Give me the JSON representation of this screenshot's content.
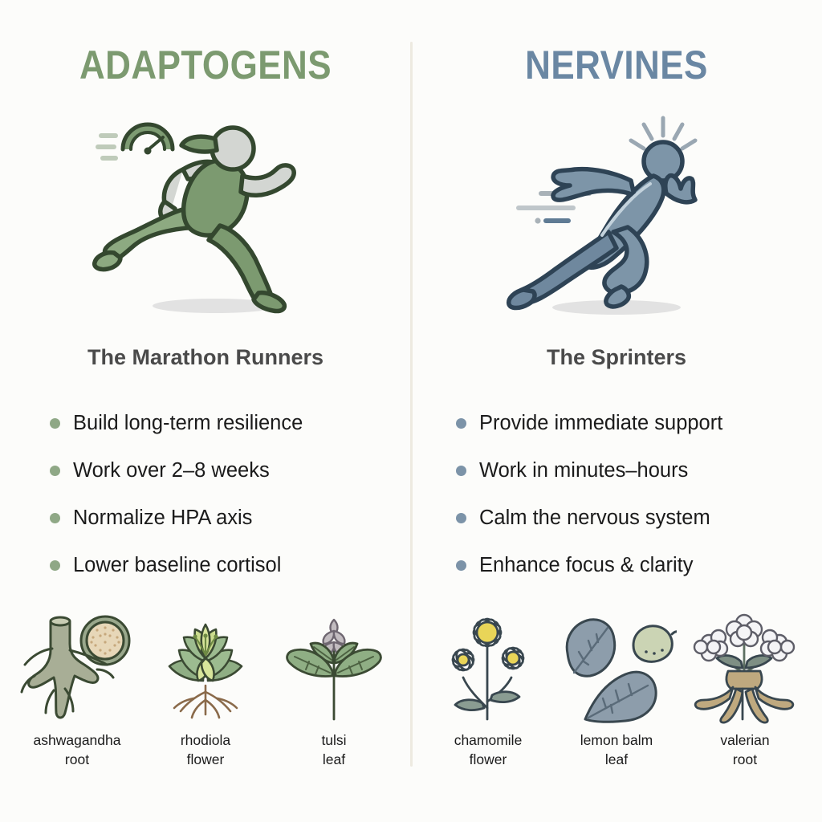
{
  "poster": {
    "background_color": "#FCFCFA",
    "divider_color": "#EDEAE0"
  },
  "columns": [
    {
      "id": "adaptogens",
      "title": "ADAPTOGENS",
      "accent_color": "#7C9A70",
      "bullet_color": "#8FA886",
      "figure": {
        "icon_name": "marathon-runner-figure",
        "description": "green female runner with ponytail and speed gauge"
      },
      "subtitle": "The Marathon Runners",
      "bullets": [
        "Build long-term resilience",
        "Work over 2–8 weeks",
        "Normalize HPA axis",
        "Lower baseline cortisol"
      ],
      "herbs": [
        {
          "icon_name": "ashwagandha-root-icon",
          "line1": "ashwagandha",
          "line2": "root"
        },
        {
          "icon_name": "rhodiola-flower-icon",
          "line1": "rhodiola",
          "line2": "flower"
        },
        {
          "icon_name": "tulsi-leaf-icon",
          "line1": "tulsi",
          "line2": "leaf"
        }
      ]
    },
    {
      "id": "nervines",
      "title": "NERVINES",
      "accent_color": "#6A87A3",
      "bullet_color": "#7C93A8",
      "figure": {
        "icon_name": "sprinter-figure",
        "description": "blue-grey sprinting figure with burst and speed lines"
      },
      "subtitle": "The Sprinters",
      "bullets": [
        "Provide immediate support",
        "Work in minutes–hours",
        "Calm the nervous system",
        "Enhance focus & clarity"
      ],
      "herbs": [
        {
          "icon_name": "chamomile-flower-icon",
          "line1": "chamomile",
          "line2": "flower"
        },
        {
          "icon_name": "lemon-balm-leaf-icon",
          "line1": "lemon balm",
          "line2": "leaf"
        },
        {
          "icon_name": "valerian-root-icon",
          "line1": "valerian",
          "line2": "root"
        }
      ]
    }
  ]
}
